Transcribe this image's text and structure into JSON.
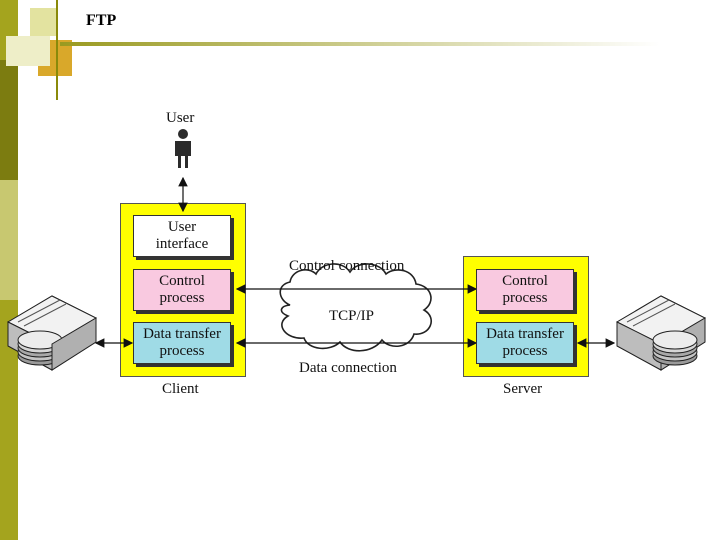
{
  "slide": {
    "title": "FTP"
  },
  "diagram": {
    "user_label": "User",
    "client": {
      "label": "Client",
      "user_interface": [
        "User",
        "interface"
      ],
      "control_process": [
        "Control",
        "process"
      ],
      "data_transfer_process": [
        "Data transfer",
        "process"
      ]
    },
    "server": {
      "label": "Server",
      "control_process": [
        "Control",
        "process"
      ],
      "data_transfer_process": [
        "Data transfer",
        "process"
      ]
    },
    "network": {
      "cloud_label": "TCP/IP",
      "control_connection_label": "Control connection",
      "data_connection_label": "Data connection"
    }
  },
  "colors": {
    "panel": "#ffff00",
    "control_box": "#f9c9e0",
    "data_box": "#9fdbe6",
    "left_bar": "#8a8a0a",
    "accent_square": "#d9a82a"
  },
  "icons": [
    "user-person-icon",
    "client-disk-icon",
    "server-disk-icon",
    "cloud-icon"
  ]
}
